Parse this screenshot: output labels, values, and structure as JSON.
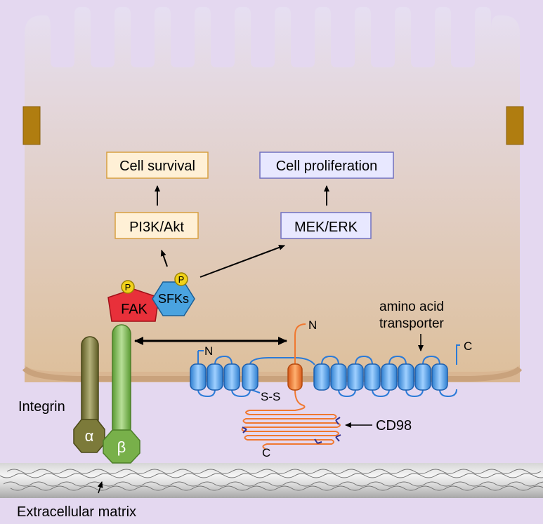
{
  "boxes": {
    "cell_survival": "Cell survival",
    "cell_proliferation": "Cell proliferation",
    "pi3k_akt": "PI3K/Akt",
    "mek_erk": "MEK/ERK"
  },
  "kinases": {
    "fak": "FAK",
    "sfks": "SFKs",
    "phospho": "P"
  },
  "integrin": {
    "label": "Integrin",
    "alpha": "α",
    "beta": "β"
  },
  "transporter": {
    "label_line1": "amino acid",
    "label_line2": "transporter",
    "n_terminus": "N",
    "c_terminus": "C"
  },
  "cd98": {
    "label": "CD98",
    "n_terminus": "N",
    "c_terminus": "C",
    "disulfide": "S-S"
  },
  "ecm": {
    "label": "Extracellular matrix"
  },
  "colors": {
    "background": "#e4d8f0",
    "cell_top": "#e6dff2",
    "cell_bottom": "#ddbf9a",
    "junction": "#b07d10",
    "orange_box": "#fff0d6",
    "blue_box": "#e8e8ff",
    "fak": "#e8303a",
    "sfks": "#4aa3e0",
    "phospho": "#f2d21a",
    "integrin_alpha": "#7c7a3a",
    "integrin_beta": "#78b04a",
    "helix": "#5ba8f0",
    "cd98": "#f07830"
  }
}
